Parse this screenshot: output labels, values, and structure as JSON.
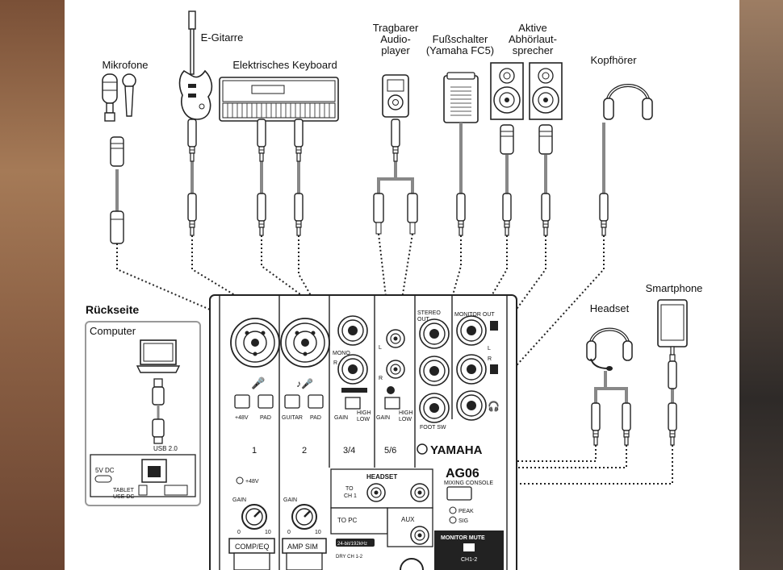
{
  "devices": {
    "mic": "Mikrofone",
    "guitar": "E-Gitarre",
    "keyboard": "Elektrisches Keyboard",
    "player_l1": "Tragbarer",
    "player_l2": "Audio-",
    "player_l3": "player",
    "foot_l1": "Fußschalter",
    "foot_l2": "(Yamaha FC5)",
    "mon_l1": "Aktive",
    "mon_l2": "Abhörlaut-",
    "mon_l3": "sprecher",
    "headphones": "Kopfhörer",
    "smartphone": "Smartphone",
    "headset": "Headset"
  },
  "rear": {
    "title": "Rückseite",
    "computer": "Computer",
    "usb": "USB 2.0",
    "dc5v": "5V DC",
    "tablet_l1": "TABLET",
    "tablet_l2": "USE DC"
  },
  "mixer": {
    "ch1": "1",
    "ch2": "2",
    "ch34": "3/4",
    "ch56": "5/6",
    "p48": "+48V",
    "pad": "PAD",
    "guitar": "GUITAR",
    "pad2": "PAD",
    "gain": "GAIN",
    "high": "HIGH",
    "low": "LOW",
    "p48_2": "+48V",
    "gain1": "GAIN",
    "gain2": "GAIN",
    "zero1": "0",
    "ten1": "10",
    "zero2": "0",
    "ten2": "10",
    "comp": "COMP/EQ",
    "amp": "AMP SIM",
    "stereo_out_l1": "STEREO",
    "stereo_out_l2": "OUT",
    "monitor_out": "MONITOR OUT",
    "foot_sw": "FOOT SW",
    "mono": "MONO",
    "l": "L",
    "r": "R",
    "brand": "YAMAHA",
    "headset_section": "HEADSET",
    "to": "TO",
    "ch1_label": "CH 1",
    "model": "AG06",
    "mixing_console": "MIXING CONSOLE",
    "to_pc": "TO PC",
    "bit": "24-bit/192kHz",
    "aux": "AUX",
    "peak": "PEAK",
    "sig": "SIG",
    "monitor_mute": "MONITOR MUTE",
    "ch12": "CH1-2",
    "dry": "DRY CH 1-2"
  }
}
